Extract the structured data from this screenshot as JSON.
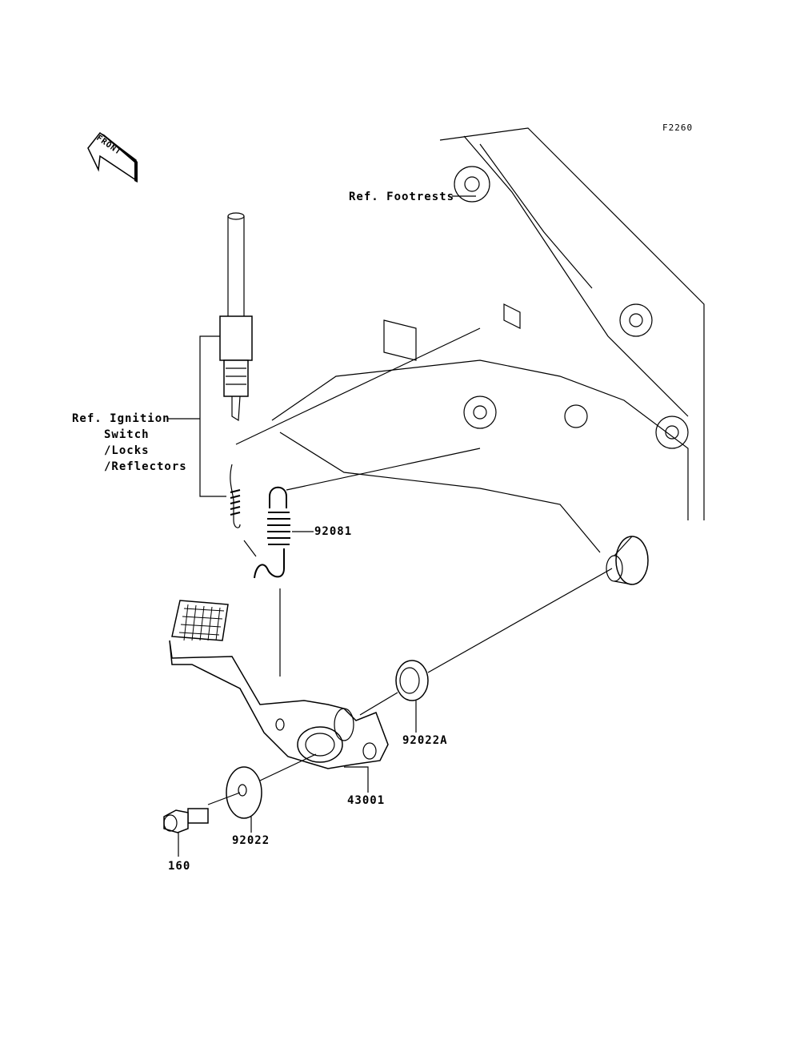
{
  "figure_code": "F2260",
  "front_indicator": "FRONT",
  "references": {
    "footrests": "Ref. Footrests",
    "ignition": [
      "Ref. Ignition",
      "Switch",
      "/Locks",
      "/Reflectors"
    ]
  },
  "parts": [
    {
      "number": "92081",
      "description": "spring"
    },
    {
      "number": "92022A",
      "description": "washer"
    },
    {
      "number": "43001",
      "description": "brake pedal"
    },
    {
      "number": "92022",
      "description": "washer"
    },
    {
      "number": "160",
      "description": "bolt"
    }
  ]
}
